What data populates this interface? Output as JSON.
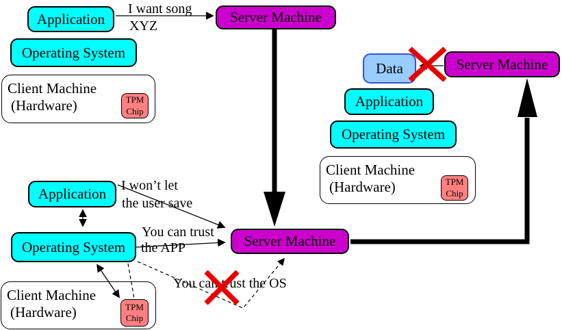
{
  "labels": {
    "application": "Application",
    "operating_system": "Operating System",
    "client_machine_line1": "Client Machine",
    "client_machine_line2": "(Hardware)",
    "tpm_chip_line1": "TPM",
    "tpm_chip_line2": "Chip",
    "server_machine": "Server Machine",
    "data": "Data"
  },
  "annotations": {
    "song_request_line1": "I want song",
    "song_request_line2": "XYZ",
    "wont_save_line1": "I won’t let",
    "wont_save_line2": "the user save",
    "trust_app_line1": "You can trust",
    "trust_app_line2": "the APP",
    "trust_os": "You can trust the OS"
  },
  "colors": {
    "layer_box": "#00ffff",
    "server_box": "#cc00cc",
    "data_box_fill": "#99ccff",
    "data_box_border": "#3355cc",
    "tpm_fill": "#ff8080",
    "cross": "#e80000",
    "line": "#000000"
  }
}
